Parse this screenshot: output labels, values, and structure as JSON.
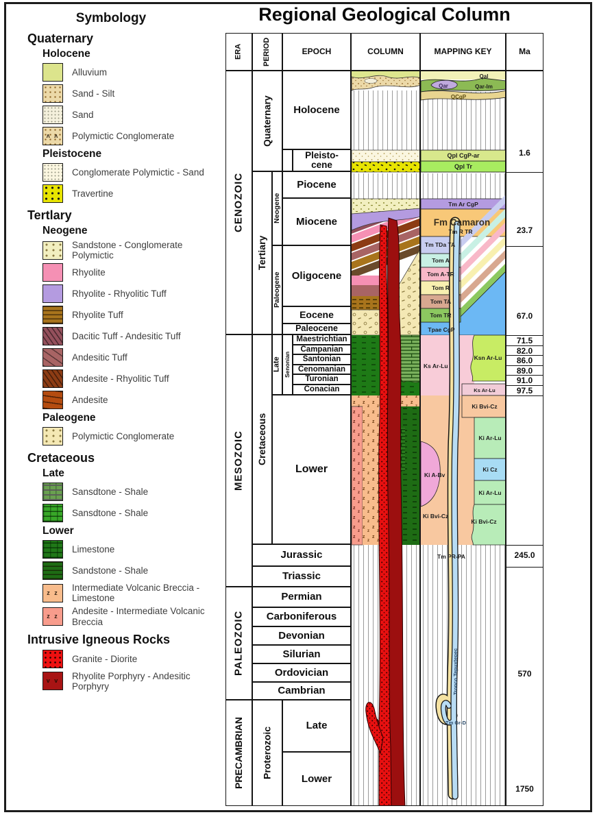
{
  "title": "Regional Geological Column",
  "legend": {
    "title": "Symbology",
    "entries": [
      {
        "type": "h1",
        "label": "Quaternary"
      },
      {
        "type": "h2",
        "label": "Holocene"
      },
      {
        "type": "item",
        "label": "Alluvium",
        "swatch": "alluvium"
      },
      {
        "type": "item",
        "label": "Sand - Silt",
        "swatch": "sand-silt"
      },
      {
        "type": "item",
        "label": "Sand",
        "swatch": "sand"
      },
      {
        "type": "item",
        "label": "Polymictic Conglomerate",
        "swatch": "polymictic-conglomerate"
      },
      {
        "type": "h2",
        "label": "Pleistocene"
      },
      {
        "type": "item",
        "label": "Conglomerate Polymictic - Sand",
        "swatch": "conglomerate-polymictic-sand"
      },
      {
        "type": "item",
        "label": "Travertine",
        "swatch": "travertine"
      },
      {
        "type": "h1",
        "label": "Tertlary"
      },
      {
        "type": "h2",
        "label": "Neogene"
      },
      {
        "type": "item",
        "label": "Sandstone - Conglomerate Polymictic",
        "swatch": "sandstone-conglomerate-polymictic"
      },
      {
        "type": "item",
        "label": "Rhyolite",
        "swatch": "rhyolite"
      },
      {
        "type": "item",
        "label": "Rhyolite - Rhyolitic Tuff",
        "swatch": "rhyolite-rhyolitic-tuff"
      },
      {
        "type": "item",
        "label": "Rhyolite Tuff",
        "swatch": "rhyolite-tuff"
      },
      {
        "type": "item",
        "label": "Dacitic Tuff - Andesitic Tuff",
        "swatch": "dacitic-tuff-andesitic-tuff"
      },
      {
        "type": "item",
        "label": "Andesitic Tuff",
        "swatch": "andesitic-tuff"
      },
      {
        "type": "item",
        "label": "Andesite - Rhyolitic Tuff",
        "swatch": "andesite-rhyolitic-tuff"
      },
      {
        "type": "item",
        "label": "Andesite",
        "swatch": "andesite"
      },
      {
        "type": "h2",
        "label": "Paleogene"
      },
      {
        "type": "item",
        "label": "Polymictic Conglomerate",
        "swatch": "polymictic-conglomerate-paleogene"
      },
      {
        "type": "h1",
        "label": "Cretaceous"
      },
      {
        "type": "h2",
        "label": "Late"
      },
      {
        "type": "item",
        "label": "Sansdtone - Shale",
        "swatch": "sandstone-shale-late-1"
      },
      {
        "type": "item",
        "label": "Sansdtone - Shale",
        "swatch": "sandstone-shale-late-2"
      },
      {
        "type": "h2",
        "label": "Lower"
      },
      {
        "type": "item",
        "label": "Limestone",
        "swatch": "limestone"
      },
      {
        "type": "item",
        "label": "Sandstone - Shale",
        "swatch": "sandstone-shale-lower"
      },
      {
        "type": "item",
        "label": "Intermediate Volcanic Breccia - Limestone",
        "swatch": "intermediate-volcanic-breccia-limestone"
      },
      {
        "type": "item",
        "label": "Andesite - Intermediate Volcanic Breccia",
        "swatch": "andesite-intermediate-volcanic-breccia"
      },
      {
        "type": "h1",
        "label": "Intrusive Igneous Rocks"
      },
      {
        "type": "item",
        "label": "Granite - Diorite",
        "swatch": "granite-diorite"
      },
      {
        "type": "item",
        "label": "Rhyolite Porphyry - Andesitic Porphyry",
        "swatch": "rhyolite-porphyry-andesitic-porphyry"
      }
    ]
  },
  "colors": {
    "alluvium": "#dce48c",
    "sand-silt": "#ecd9a8",
    "sand": "#f4f0dc",
    "polymictic-conglomerate": "#ecd9a8",
    "conglomerate-polymictic-sand": "#fbf6e0",
    "travertine": "#e8e400",
    "sandstone-conglomerate-polymictic": "#f2efc0",
    "rhyolite": "#f590b4",
    "rhyolite-rhyolitic-tuff": "#b49be0",
    "rhyolite-tuff": "#a8741c",
    "dacitic-tuff-andesitic-tuff": "#94505c",
    "andesitic-tuff": "#a86464",
    "andesite-rhyolitic-tuff": "#8c3c14",
    "andesite": "#b44c10",
    "polymictic-conglomerate-paleogene": "#f4e8b4",
    "sandstone-shale-late-1": "#6aa050",
    "sandstone-shale-late-2": "#38a828",
    "limestone": "#207818",
    "sandstone-shale-lower": "#1e6c14",
    "intermediate-volcanic-breccia-limestone": "#f8bc8c",
    "andesite-intermediate-volcanic-breccia": "#f89c8c",
    "granite-diorite": "#ee1010",
    "rhyolite-porphyry-andesitic-porphyry": "#a81414"
  },
  "table": {
    "headers": {
      "era": "ERA",
      "period": "PERIOD",
      "epoch": "EPOCH",
      "column": "COLUMN",
      "mapping_key": "MAPPING KEY",
      "ma": "Ma"
    },
    "eras": {
      "cenozoic": "CENOZOIC",
      "mesozoic": "MESOZOIC",
      "paleozoic": "PALEOZOIC",
      "precambrian": "PRECAMBRIAN"
    },
    "periods": {
      "quaternary": "Quaternary",
      "tertiary": "Tertiary",
      "neogene": "Neogene",
      "paleogene": "Paleogene",
      "cretaceous": "Cretaceous",
      "late_cret": "Late",
      "senonian": "Senonian",
      "jurassic": "Jurassic",
      "triassic": "Triassic",
      "permian": "Permian",
      "carboniferous": "Carboniferous",
      "devonian": "Devonian",
      "silurian": "Silurian",
      "ordovician": "Ordovician",
      "cambrian": "Cambrian",
      "proterozoic": "Proterozoic"
    },
    "epochs": {
      "holocene": "Holocene",
      "pleistocene": "Pleisto-\ncene",
      "piocene": "Piocene",
      "miocene": "Miocene",
      "oligocene": "Oligocene",
      "eocene": "Eocene",
      "paleocene": "Paleocene",
      "maestrichtian": "Maestrichtian",
      "campanian": "Campanian",
      "santonian": "Santonian",
      "cenomanian": "Cenomanian",
      "turonian": "Turonian",
      "conacian": "Conacian",
      "lower_cret": "Lower",
      "late_precambrian": "Late",
      "lower_precambrian": "Lower"
    },
    "ma_values": {
      "pleistocene": "1.6",
      "miocene": "23.7",
      "eocene": "67.0",
      "maestrichtian": "71.5",
      "campanian": "82.0",
      "santonian": "86.0",
      "cenomanian": "89.0",
      "turonian": "91.0",
      "conacian": "97.5",
      "jurassic": "245.0",
      "cambrian": "570",
      "proterozoic": "1750"
    }
  },
  "map_labels": {
    "qal": "Qal",
    "qar": "Qar",
    "qar_lm": "Qar-lm",
    "qcgp": "QCgP",
    "qpl_cgp_ar": "Qpl CgP-ar",
    "qpl_tr": "Qpl Tr",
    "tm_ar_cgp": "Tm Ar CgP",
    "fm_camaron": "Fm Camaron",
    "tm_r_tr": "Tm R TR",
    "tm_tda_ta": "Tm TDa TA",
    "tom_a": "Tom A",
    "tom_a_tr": "Tom A-TR",
    "tom_r": "Tom R",
    "tom_ta": "Tom TA",
    "tom_tr": "Tom TR",
    "tpae_cgp": "Tpae CgP",
    "ks_ar_lu": "Ks Ar-Lu",
    "ksn_ar_lu": "Ksn Ar-Lu",
    "ki_bvi_cz": "Ki Bvi-Cz",
    "ki_ar_lu": "Ki Ar-Lu",
    "ki_cz": "Ki Cz",
    "ki_a_bv": "Ki A-Bv",
    "tm_pr_pa": "Tm PR-PA",
    "tronco_tepuxtepec": "Tronco Tepuxtepec",
    "tm_gr_d": "Tm Gr-D"
  }
}
